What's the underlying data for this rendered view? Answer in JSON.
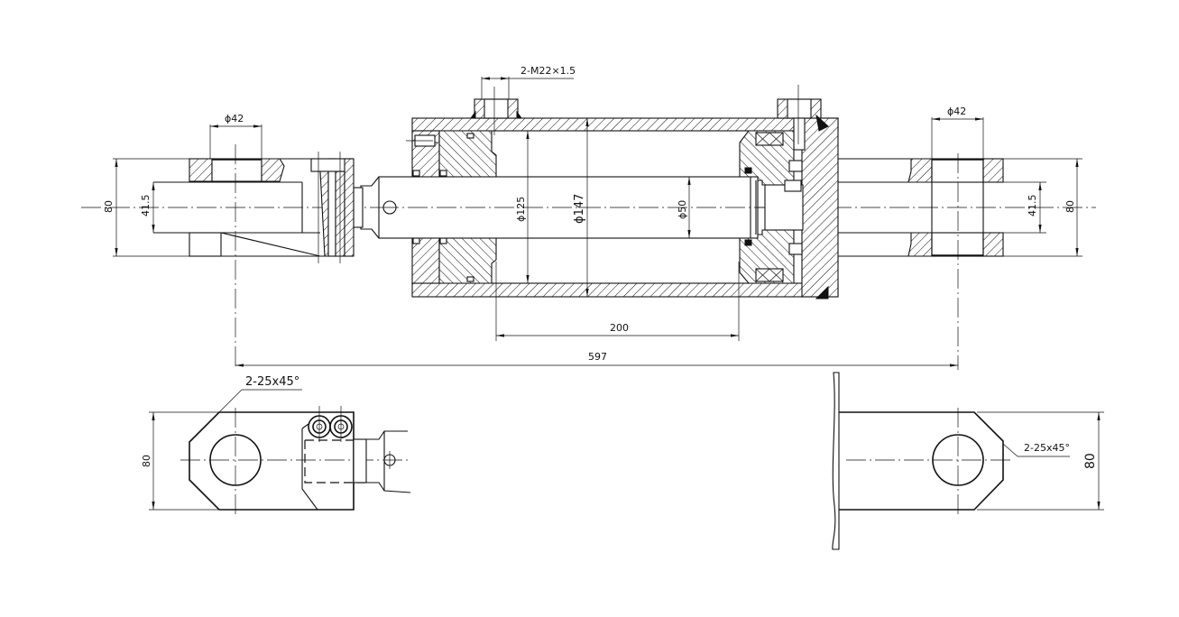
{
  "drawing": {
    "subject": "Hydraulic cylinder assembly",
    "background": "#ffffff",
    "line_color": "#111111"
  },
  "main_view": {
    "port_callout": "2-M22×1.5",
    "left_clevis": {
      "pin_diameter": "ϕ42",
      "outer_height": "80",
      "slot_width": "41.5"
    },
    "right_clevis": {
      "pin_diameter": "ϕ42",
      "outer_height": "80",
      "slot_width": "41.5"
    },
    "bore_diameter": "ϕ125",
    "barrel_outer_diameter": "ϕ147",
    "rod_diameter": "ϕ50",
    "stroke": "200",
    "pin_to_pin_length": "597"
  },
  "bottom_left_view": {
    "chamfer_callout": "2-25x45°",
    "height": "80"
  },
  "bottom_right_view": {
    "chamfer_callout": "2-25x45°",
    "height": "80"
  }
}
